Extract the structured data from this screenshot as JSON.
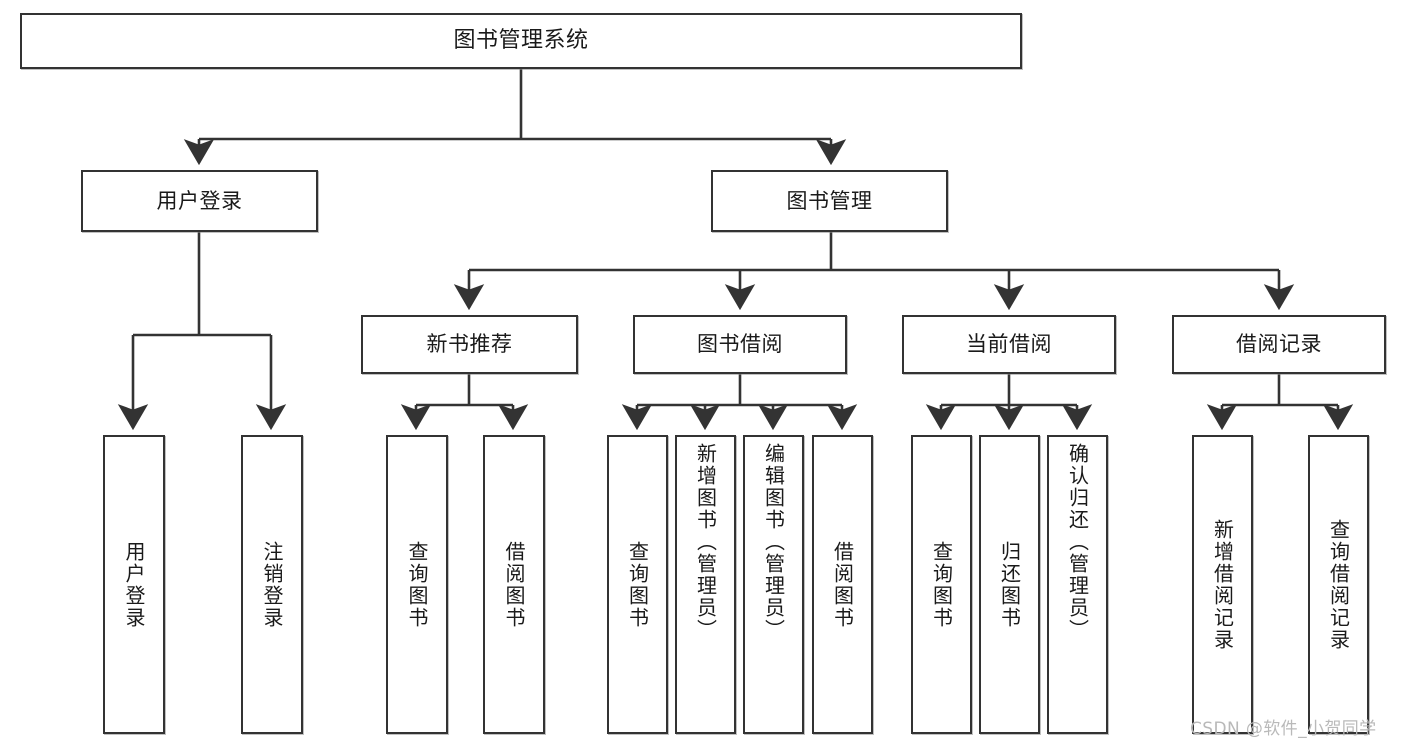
{
  "diagram": {
    "title": "图书管理系统",
    "type": "tree-hierarchy-chart",
    "watermark": "CSDN @软件_小贺同学",
    "colors": {
      "box_border": "#333333",
      "box_fill": "#ffffff",
      "connector": "#333333",
      "text": "#1a1a1a",
      "watermark": "#b9b9b9"
    }
  },
  "nodes": {
    "root": {
      "label": "图书管理系统"
    },
    "level2": [
      {
        "id": "user-login",
        "label": "用户登录"
      },
      {
        "id": "book-manage",
        "label": "图书管理"
      }
    ],
    "level3": [
      {
        "id": "new-book-recommend",
        "label": "新书推荐"
      },
      {
        "id": "book-borrow",
        "label": "图书借阅"
      },
      {
        "id": "current-borrow",
        "label": "当前借阅"
      },
      {
        "id": "borrow-record",
        "label": "借阅记录"
      }
    ],
    "leaves": {
      "user_login": [
        {
          "id": "leaf-user-login",
          "label": "用户登录"
        },
        {
          "id": "leaf-logout-login",
          "label": "注销登录"
        }
      ],
      "new_book_recommend": [
        {
          "id": "leaf-query-book-1",
          "label": "查询图书"
        },
        {
          "id": "leaf-borrow-book-1",
          "label": "借阅图书"
        }
      ],
      "book_borrow": [
        {
          "id": "leaf-query-book-2",
          "label": "查询图书"
        },
        {
          "id": "leaf-add-book",
          "label": "新增图书（管理员）"
        },
        {
          "id": "leaf-edit-book",
          "label": "编辑图书（管理员）"
        },
        {
          "id": "leaf-borrow-book-2",
          "label": "借阅图书"
        }
      ],
      "current_borrow": [
        {
          "id": "leaf-query-book-3",
          "label": "查询图书"
        },
        {
          "id": "leaf-return-book",
          "label": "归还图书"
        },
        {
          "id": "leaf-confirm-return",
          "label": "确认归还（管理员）"
        }
      ],
      "borrow_record": [
        {
          "id": "leaf-add-record",
          "label": "新增借阅记录"
        },
        {
          "id": "leaf-query-record",
          "label": "查询借阅记录"
        }
      ]
    }
  }
}
